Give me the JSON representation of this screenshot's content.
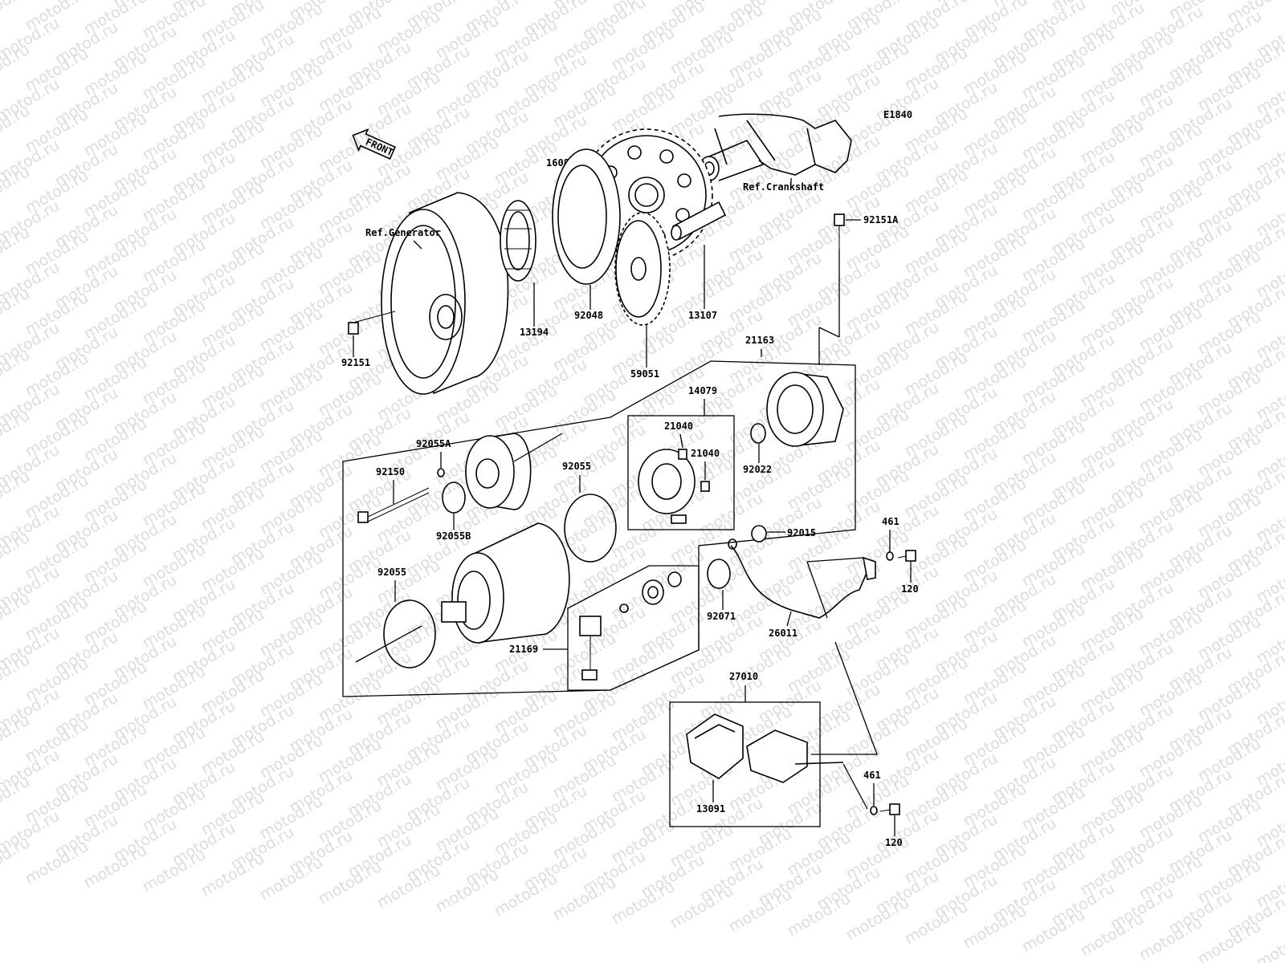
{
  "diagram_code": "E1840",
  "front_label": "FRONT",
  "watermark": "motod.ru",
  "refs": {
    "generator": "Ref.Generator",
    "crankshaft": "Ref.Crankshaft"
  },
  "parts": {
    "p16085": "16085",
    "p92048": "92048",
    "p13194": "13194",
    "p13107": "13107",
    "p59051": "59051",
    "p92151": "92151",
    "p92151A": "92151A",
    "p21163": "21163",
    "p14079": "14079",
    "p21040a": "21040",
    "p21040b": "21040",
    "p92022": "92022",
    "p92055A": "92055A",
    "p92150": "92150",
    "p92055a": "92055",
    "p92055B": "92055B",
    "p92055b": "92055",
    "p92015": "92015",
    "p461a": "461",
    "p120a": "120",
    "p92071": "92071",
    "p26011": "26011",
    "p21169": "21169",
    "p27010": "27010",
    "p13091": "13091",
    "p461b": "461",
    "p120b": "120"
  }
}
